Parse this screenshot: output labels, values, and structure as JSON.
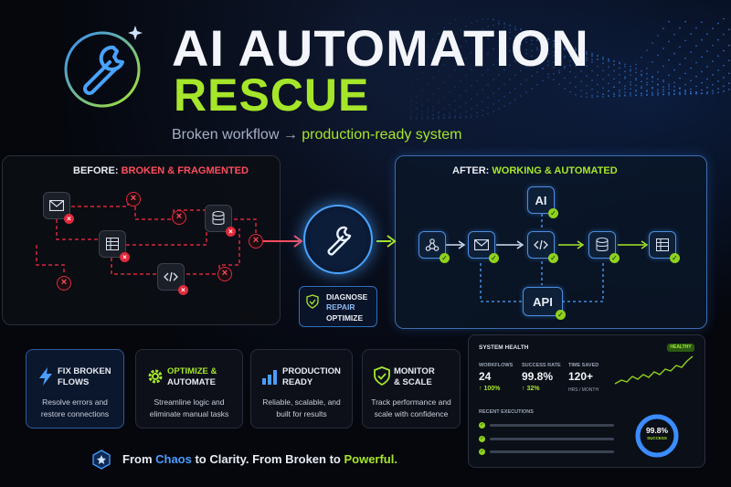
{
  "hero": {
    "title_line1": "AI AUTOMATION",
    "title_line2": "RESCUE",
    "subtitle_from": "Broken workflow",
    "subtitle_arrow": "→",
    "subtitle_to": "production-ready system",
    "icon": "wrench-sparkle-icon"
  },
  "before": {
    "title_prefix": "BEFORE: ",
    "title_highlight": "BROKEN & FRAGMENTED",
    "nodes": [
      "email-icon",
      "table-icon",
      "database-icon",
      "code-icon"
    ]
  },
  "repair": {
    "icon": "wrench-icon",
    "words": [
      "DIAGNOSE",
      "REPAIR",
      "OPTIMIZE"
    ]
  },
  "after": {
    "title_prefix": "AFTER: ",
    "title_highlight": "WORKING & AUTOMATED",
    "ai_label": "AI",
    "api_label": "API",
    "nodes": [
      "webhook-icon",
      "email-icon",
      "code-icon",
      "database-icon",
      "table-icon"
    ]
  },
  "cards": [
    {
      "title_a": "FIX BROKEN",
      "title_b": "FLOWS",
      "desc_a": "Resolve errors and",
      "desc_b": "restore connections",
      "icon": "lightning-icon"
    },
    {
      "title_a": "OPTIMIZE &",
      "title_b": "AUTOMATE",
      "desc_a": "Streamline logic and",
      "desc_b": "eliminate manual tasks",
      "icon": "gear-icon"
    },
    {
      "title_a": "PRODUCTION",
      "title_b": "READY",
      "desc_a": "Reliable, scalable, and",
      "desc_b": "built for results",
      "icon": "bar-chart-icon"
    },
    {
      "title_a": "MONITOR",
      "title_b": "& SCALE",
      "desc_a": "Track performance and",
      "desc_b": "scale with confidence",
      "icon": "shield-check-icon"
    }
  ],
  "tagline": {
    "p1": "From ",
    "chaos": "Chaos",
    "p2": " to Clarity.  From Broken to ",
    "powerful": "Powerful.",
    "icon": "star-badge-icon"
  },
  "health": {
    "title": "SYSTEM HEALTH",
    "status": "HEALTHY",
    "metrics": [
      {
        "label": "WORKFLOWS",
        "value": "24",
        "delta": "↑ 100%"
      },
      {
        "label": "SUCCESS RATE",
        "value": "99.8%",
        "delta": "↑ 32%"
      },
      {
        "label": "TIME SAVED",
        "value": "120+",
        "unit": "HRS / MONTH"
      }
    ],
    "recent_label": "RECENT EXECUTIONS",
    "donut_value": "99.8%",
    "donut_label": "SUCCESS",
    "donut_fraction": 0.998
  },
  "colors": {
    "accent_green": "#a6e62a",
    "accent_blue": "#4a9dff",
    "error_red": "#e02a3c"
  }
}
